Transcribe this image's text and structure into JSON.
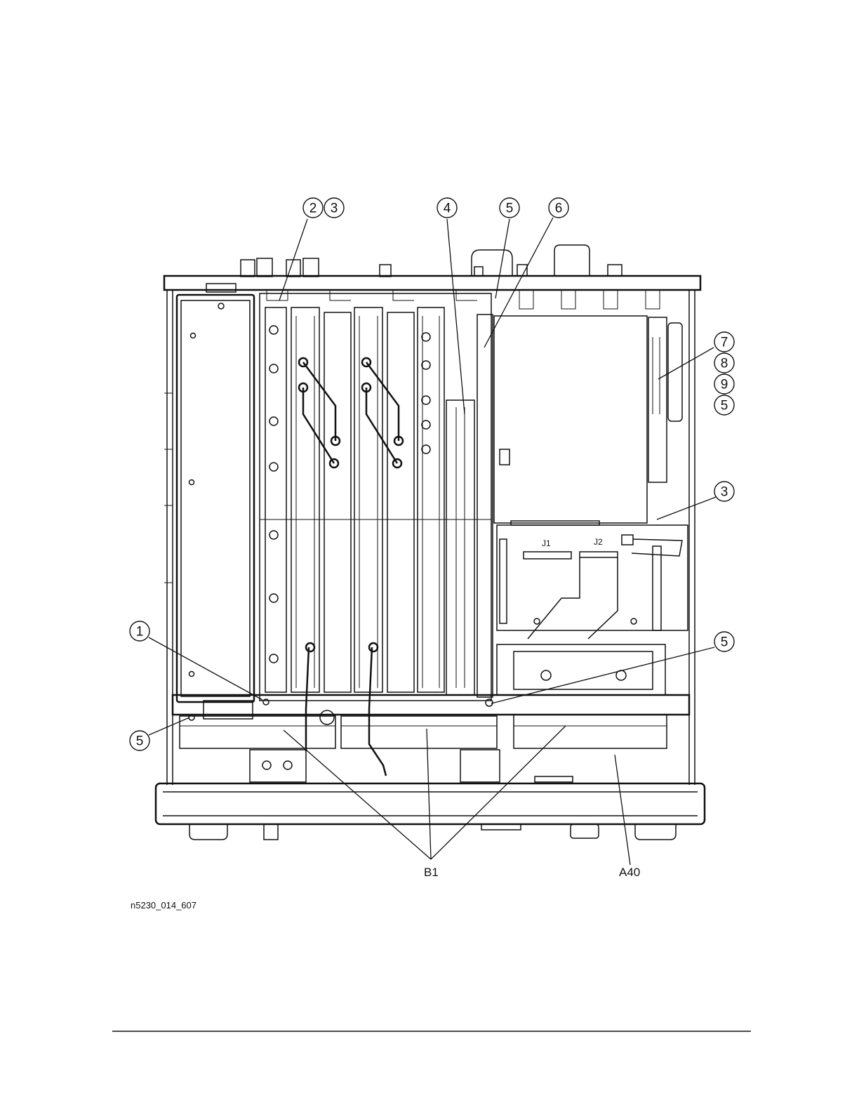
{
  "callouts": [
    {
      "id": "c2",
      "label": "2"
    },
    {
      "id": "c3a",
      "label": "3"
    },
    {
      "id": "c4",
      "label": "4"
    },
    {
      "id": "c5a",
      "label": "5"
    },
    {
      "id": "c6",
      "label": "6"
    },
    {
      "id": "c7",
      "label": "7"
    },
    {
      "id": "c8",
      "label": "8"
    },
    {
      "id": "c9",
      "label": "9"
    },
    {
      "id": "c5b",
      "label": "5"
    },
    {
      "id": "c3b",
      "label": "3"
    },
    {
      "id": "c1",
      "label": "1"
    },
    {
      "id": "c5c",
      "label": "5"
    },
    {
      "id": "c5d",
      "label": "5"
    }
  ],
  "labels": {
    "b1": "B1",
    "a40": "A40",
    "j1": "J1",
    "j2": "J2"
  },
  "figure_id": "n5230_014_607"
}
